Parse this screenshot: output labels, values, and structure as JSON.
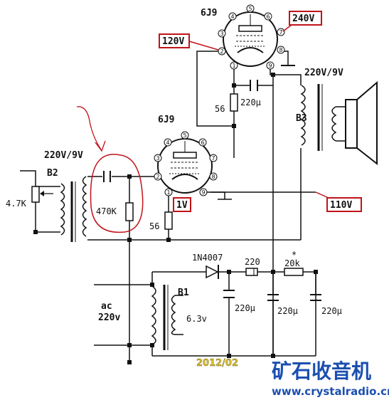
{
  "tubes": {
    "upper": {
      "name": "6J9",
      "pins": [
        "1",
        "2",
        "3",
        "4",
        "5",
        "6",
        "7",
        "8",
        "9"
      ]
    },
    "lower": {
      "name": "6J9",
      "pins": [
        "1",
        "2",
        "3",
        "4",
        "5",
        "6",
        "7",
        "8",
        "9"
      ]
    }
  },
  "annotations": {
    "v240": "240V",
    "v120": "120V",
    "v1": "1V",
    "v110": "110V"
  },
  "labels": {
    "out_transformer_rating": "220V/9V",
    "out_transformer": "B3",
    "in_transformer_rating": "220V/9V",
    "in_transformer": "B2",
    "pot": "4.7K",
    "grid_resistor": "470K",
    "upper_cathode_resistor": "56",
    "upper_cathode_cap": "220µ",
    "lower_cathode_resistor": "56",
    "diode": "1N4007",
    "filter_r1": "220",
    "filter_r2_mark": "*",
    "filter_r2": "20k",
    "power_transformer": "B1",
    "heater": "6.3v",
    "ac_label": "ac",
    "ac_voltage": "220v",
    "filter_c1": "220µ",
    "filter_c2": "220µ",
    "filter_c3": "220µ"
  },
  "watermark": {
    "date": "2012/02",
    "brand": "矿石收音机",
    "url": "www.crystalradio.cn"
  },
  "colors": {
    "wire": "#111111",
    "annotation_red": "#c0141a",
    "watermark_blue": "#1b4fb0",
    "date_yellow": "#d8c030"
  }
}
